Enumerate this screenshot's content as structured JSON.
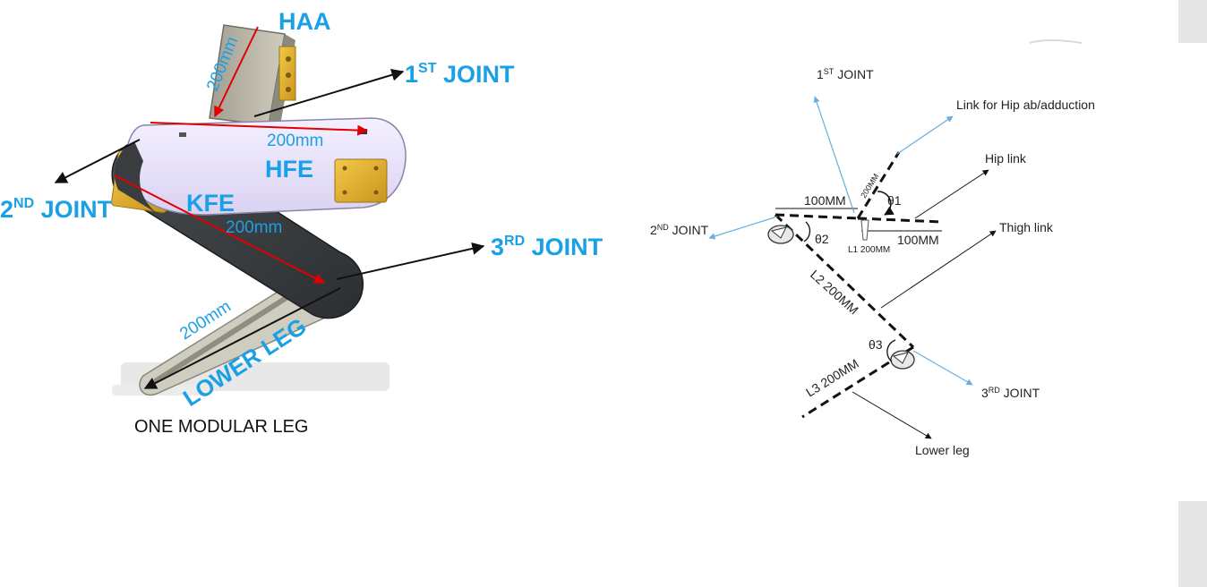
{
  "left_figure": {
    "caption": "ONE MODULAR LEG",
    "labels": {
      "haa": "HAA",
      "hfe": "HFE",
      "kfe": "KFE",
      "lower_leg": "LOWER LEG",
      "joint1_main": "1",
      "joint1_sup": "ST",
      "joint1_word": " JOINT",
      "joint2_main": "2",
      "joint2_sup": "ND",
      "joint2_word": " JOINT",
      "joint3_main": "3",
      "joint3_sup": "RD",
      "joint3_word": " JOINT"
    },
    "dimensions": {
      "haa_len": "200mm",
      "hfe_len": "200mm",
      "kfe_len": "200mm",
      "lower_len": "200mm"
    }
  },
  "right_figure": {
    "joint1_main": "1",
    "joint1_sup": "ST",
    "joint1_word": " JOINT",
    "joint2_main": "2",
    "joint2_sup": "ND",
    "joint2_word": " JOINT",
    "joint3_main": "3",
    "joint3_sup": "RD",
    "joint3_word": " JOINT",
    "link_hip_abduction": "Link for Hip ab/adduction",
    "hip_link": "Hip link",
    "thigh_link": "Thigh link",
    "lower_leg": "Lower leg",
    "dim_100_left": "100MM",
    "dim_100_right": "100MM",
    "dim_200_small": "200MM",
    "l1_label": "L1 200MM",
    "l2_label": "L2 200MM",
    "l3_label": "L3 200MM",
    "theta1": "θ1",
    "theta2": "θ2",
    "theta3": "θ3"
  },
  "colors": {
    "label_blue": "#1aa0e6",
    "dimension_red": "#e00000",
    "pointer_blue": "#6aaede",
    "scrollbar_gray": "#e6e6e6"
  }
}
